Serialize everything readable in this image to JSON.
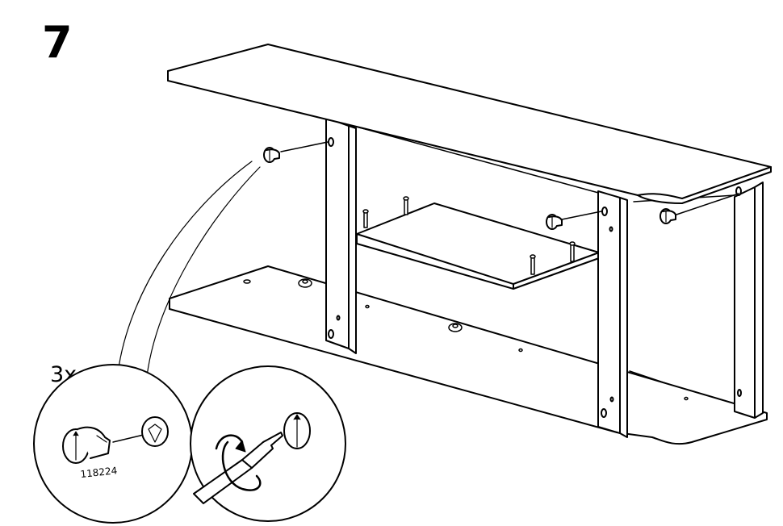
{
  "step": {
    "number": "7"
  },
  "callout": {
    "quantity": "3x",
    "part_number": "118224"
  }
}
